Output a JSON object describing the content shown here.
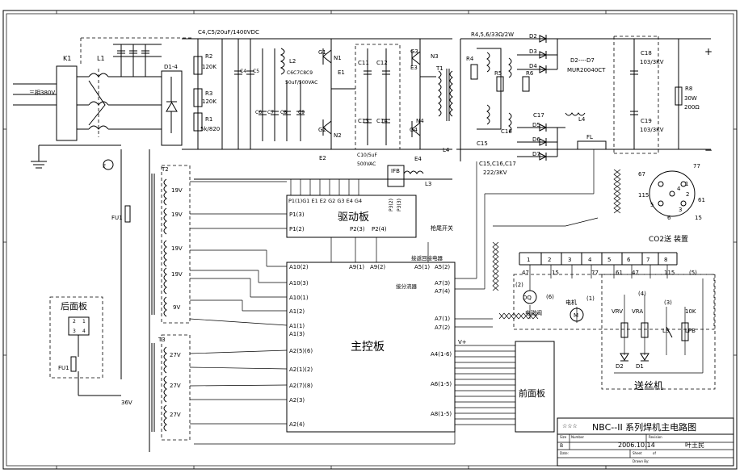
{
  "title_block": {
    "title": "NBC--II 系列焊机主电路图",
    "date": "2006.10.14",
    "author": "叶王民",
    "size_label": "Size",
    "number_label": "Number",
    "revision_label": "Revision",
    "size_value": "B",
    "date_label": "Date:",
    "sheet_label": "Sheet",
    "of_label": "of",
    "drawn_label": "Drawn By:"
  },
  "boards": {
    "drive": "驱动板",
    "main": "主控板",
    "front": "前面板",
    "rear": "后面板",
    "wire_feeder": "送丝机",
    "co2": "CO2送 装置"
  },
  "components": {
    "K1": "K1",
    "L1": "L1",
    "D14": "D1-4",
    "R2": "R2",
    "R2v": "120K",
    "R3": "R3",
    "R3v": "120K",
    "R1": "R1",
    "R1v": "5k/820",
    "caps_top": "C4,C5/20uF/1400VDC",
    "C4": "C4",
    "C5": "C5",
    "L2": "L2",
    "L2v": "C6C7C8C9",
    "C6": "C6",
    "C7": "C7",
    "C8": "C8",
    "C9": "C9",
    "L2cap": "50uF/500VAC",
    "G1": "G1",
    "N1": "N1",
    "E1": "E1",
    "G2": "G2",
    "N2": "N2",
    "E2": "E2",
    "C11": "C11",
    "C12": "C12",
    "C13": "C13",
    "C14": "C14",
    "C10": "C10/5uF",
    "C10v": "500VAC",
    "G3": "G3",
    "N3": "N3",
    "E3": "E3",
    "G4": "G4",
    "N4": "N4",
    "E4": "E4",
    "T1": "T1",
    "L4a": "L4",
    "C15": "C15",
    "IFB": "IFB",
    "L3": "L3",
    "R456": "R4,5,6/33Ω/2W",
    "R4": "R4",
    "R5": "R5",
    "R6": "R6",
    "C16": "C16",
    "C17": "C17",
    "D2": "D2",
    "D3": "D3",
    "D4": "D4",
    "D5": "D5",
    "D6": "D6",
    "D7": "D7",
    "D27": "D2----D7",
    "MUR": "MUR20040CT",
    "caps15": "C15,C16,C17",
    "caps15v": "222/3KV",
    "L4": "L4",
    "FL": "FL",
    "C18": "C18",
    "C18v": "103/3KV",
    "C19": "C19",
    "C19v": "103/3KV",
    "R8": "R8",
    "R8a": "30W",
    "R8b": "200Ω",
    "plus": "+",
    "minus": "−",
    "T2": "T2",
    "T3": "T3",
    "FU1a": "FU1",
    "FU1b": "FU1",
    "F": "F",
    "v19a": "19V",
    "v19b": "19V",
    "v19c": "19V",
    "v19d": "19V",
    "v9": "9V",
    "v27a": "27V",
    "v27b": "27V",
    "v27c": "27V",
    "v36": "36V",
    "input": "三相380V"
  },
  "drive_pins": {
    "top": "P1(1)G1 E1  E2  G2 G3  E4  G4",
    "p13": "P1(3)",
    "p12": "P1(2)",
    "p23": "P2(3)",
    "p24": "P2(4)",
    "p32": "P3(2)",
    "p33": "P3(3)"
  },
  "main_pins": {
    "a102": "A10(2)",
    "a103": "A10(3)",
    "a101": "A10(1)",
    "a12": "A1(2)",
    "a11": "A1(1)",
    "a13": "A1(3)",
    "a256": "A2(5)(6)",
    "a212": "A2(1)(2)",
    "a278": "A2(7)(8)",
    "a23": "A2(3)",
    "a24": "A2(4)",
    "a91": "A9(1)",
    "a92": "A9(2)",
    "a51": "A5(1)",
    "a52": "A5(2)",
    "a73": "A7(3)",
    "a74": "A7(4)",
    "a71": "A7(1)",
    "a72": "A7(2)",
    "vplus": "V+",
    "a416": "A4(1-6)",
    "a615": "A6(1-5)",
    "a815": "A8(1-5)"
  },
  "notes": {
    "gun_switch": "枪尾开关",
    "reset": "接返回接电器",
    "divider": "接分流器",
    "valve": "电磁阀",
    "motor": "电机",
    "dq": "DQ"
  },
  "co2_pins": [
    "67",
    "77",
    "115",
    "5",
    "4",
    "2",
    "61",
    "6",
    "15",
    "1",
    "3"
  ],
  "feeder_terminals": [
    "1",
    "2",
    "3",
    "4",
    "5",
    "6",
    "7",
    "8"
  ],
  "feeder_wires": [
    "47",
    "(6)",
    "15",
    "77",
    "61",
    "47",
    "115",
    "(5)",
    "(2)",
    "(1)",
    "(4)",
    "(3)",
    "VRV",
    "VRA",
    "10K",
    "LS",
    "LPB",
    "D2",
    "D1",
    "M"
  ],
  "rear_switch": [
    "2",
    "1",
    "3",
    "4"
  ]
}
